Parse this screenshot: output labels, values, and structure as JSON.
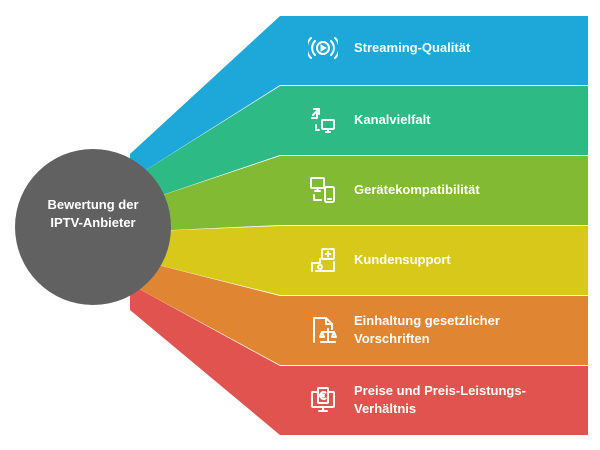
{
  "center": {
    "line1": "Bewertung der",
    "line2": "IPTV-Anbieter",
    "color": "#616161"
  },
  "items": [
    {
      "line1": "Streaming-Qualität",
      "line2": "",
      "icon": "streaming-icon",
      "color": "#1ea7d9"
    },
    {
      "line1": "Kanalvielfalt",
      "line2": "",
      "icon": "channel-switch-icon",
      "color": "#2dba85"
    },
    {
      "line1": "Gerätekompatibilität",
      "line2": "",
      "icon": "devices-icon",
      "color": "#82bb33"
    },
    {
      "line1": "Kundensupport",
      "line2": "",
      "icon": "support-icon",
      "color": "#d8c81a"
    },
    {
      "line1": "Einhaltung gesetzlicher",
      "line2": "Vorschriften",
      "icon": "legal-document-icon",
      "color": "#e08632"
    },
    {
      "line1": "Preise und Preis-Leistungs-",
      "line2": "Verhältnis",
      "icon": "euro-monitor-icon",
      "color": "#e0534f"
    }
  ]
}
